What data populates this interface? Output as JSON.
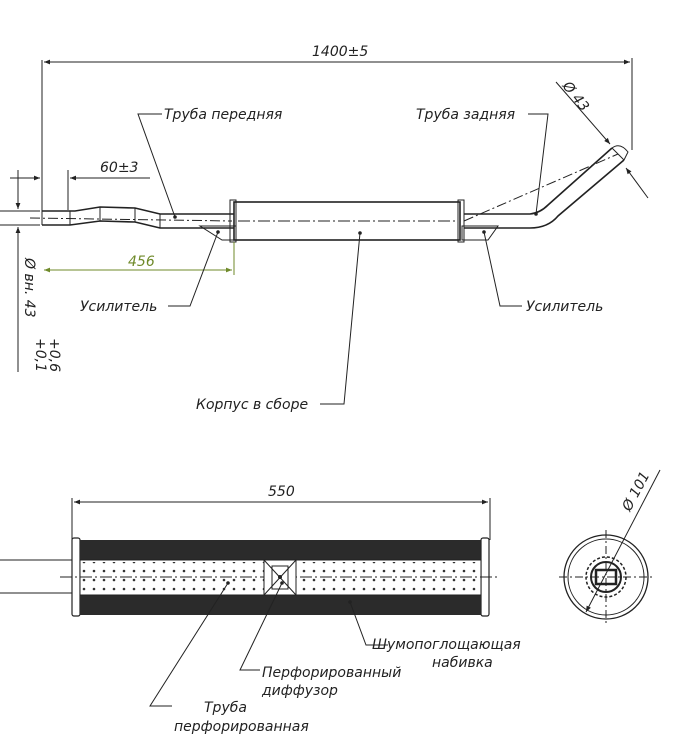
{
  "dimensions": {
    "overall_length": "1400±5",
    "inlet_offset": "60±3",
    "reinforcer_distance": "456",
    "inner_diameter": "Ø вн. 43",
    "inner_diameter_tol": "+0,6",
    "inner_diameter_tol2": "+0,1",
    "rear_pipe_diameter": "Ø 43",
    "body_length": "550",
    "body_diameter": "Ø 101"
  },
  "labels": {
    "front_pipe": "Труба передняя",
    "rear_pipe": "Труба задняя",
    "reinforcer_left": "Усилитель",
    "reinforcer_right": "Усилитель",
    "body_assembly": "Корпус в сборе",
    "sound_absorbing_1": "Шумопоглощающая",
    "sound_absorbing_2": "набивка",
    "perforated_diffuser_1": "Перфорированный",
    "perforated_diffuser_2": "диффузор",
    "perforated_pipe_1": "Труба",
    "perforated_pipe_2": "перфорированная"
  },
  "colors": {
    "line": "#222222",
    "green_dimension": "#6f8a2a",
    "packing_fill": "#2b2b2b"
  }
}
